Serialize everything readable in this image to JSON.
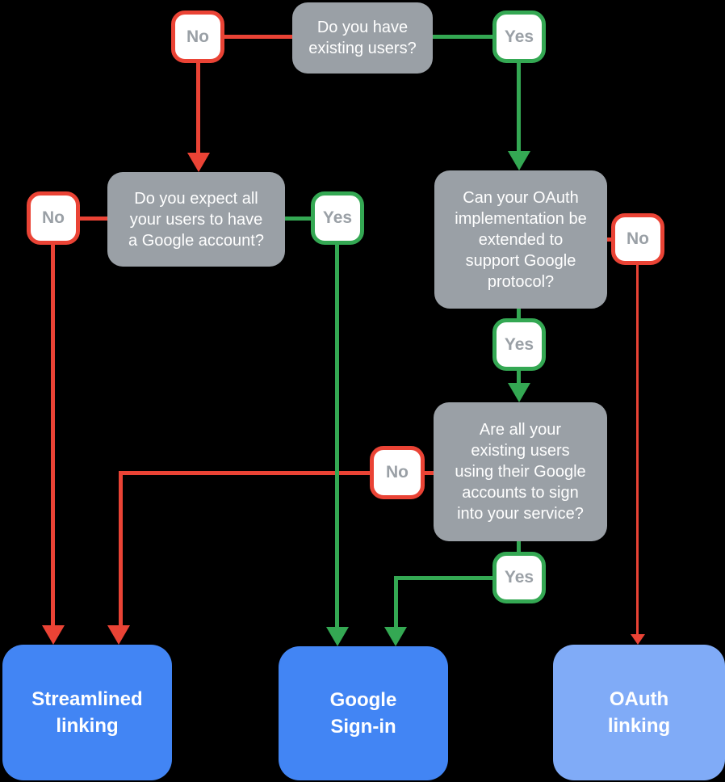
{
  "colors": {
    "background": "#000000",
    "red": "#EA4335",
    "green": "#34A853",
    "gray": "#9AA0A6",
    "blue": "#4285F4",
    "lightblue": "#80ABF7",
    "boxtext": "#FFFFFF",
    "badgefill": "#FFFFFF",
    "badgetext": "#9AA0A6"
  },
  "questions": {
    "existing_users": {
      "text": "Do you have\nexisting users?"
    },
    "expect_google_account": {
      "text": "Do you expect all\nyour users to have\na Google account?"
    },
    "oauth_extended": {
      "text": "Can your OAuth\nimplementation be\nextended to\nsupport Google\nprotocol?"
    },
    "users_google_signin": {
      "text": "Are all your\nexisting users\nusing their Google\naccounts to sign\ninto your service?"
    }
  },
  "badges": {
    "no": "No",
    "yes": "Yes"
  },
  "outcomes": {
    "streamlined_linking": {
      "text": "Streamlined\nlinking"
    },
    "google_signin": {
      "text": "Google\nSign-in"
    },
    "oauth_linking": {
      "text": "OAuth\nlinking"
    }
  }
}
